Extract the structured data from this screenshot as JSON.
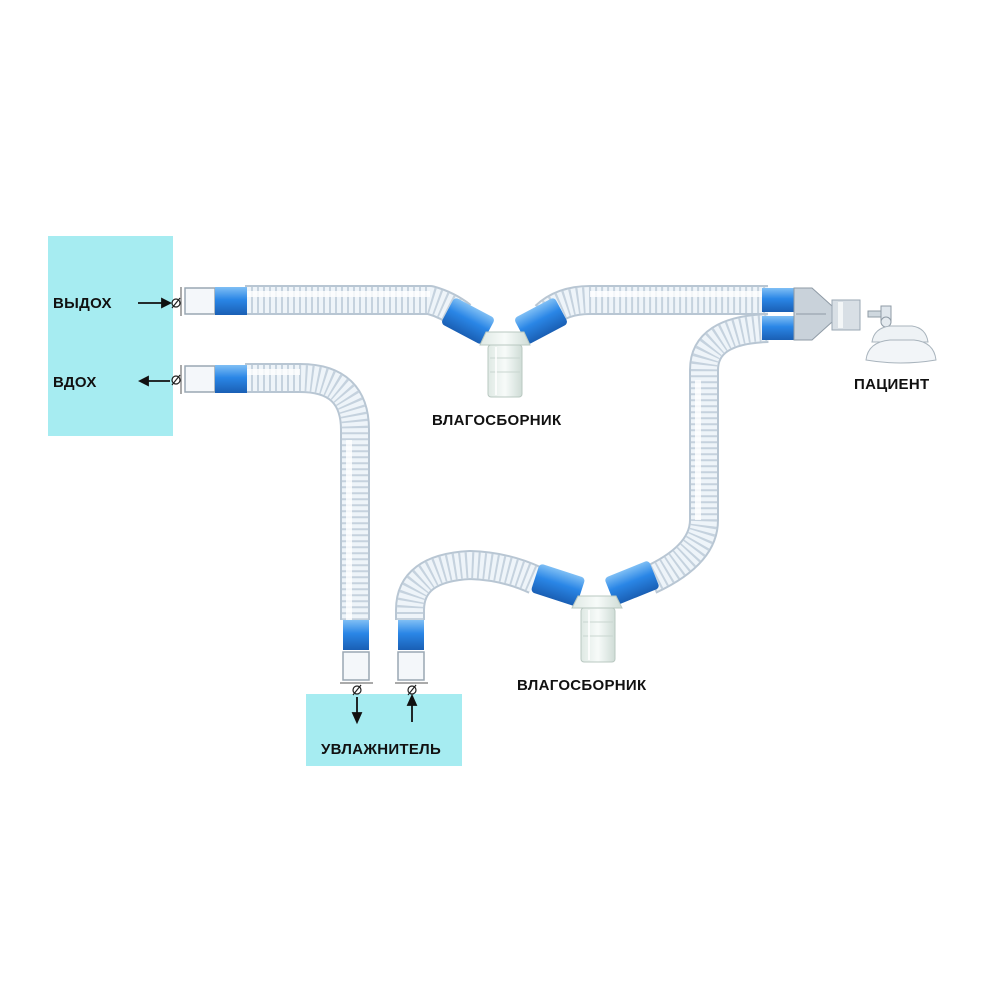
{
  "labels": {
    "exhale": "ВЫДОХ",
    "inhale": "ВДОХ",
    "moisture_trap_top": "ВЛАГОСБОРНИК",
    "moisture_trap_bottom": "ВЛАГОСБОРНИК",
    "patient": "ПАЦИЕНТ",
    "humidifier": "УВЛАЖНИТЕЛЬ"
  },
  "colors": {
    "device_block": "#a6ecf1",
    "connector_blue": "#2a86e6",
    "tube": "#e6eef5",
    "tube_outline": "#b8c6d3"
  },
  "icons": [
    "arrow-in-icon",
    "arrow-out-icon",
    "port-symbol-icon",
    "mask-icon",
    "moisture-trap-icon"
  ]
}
